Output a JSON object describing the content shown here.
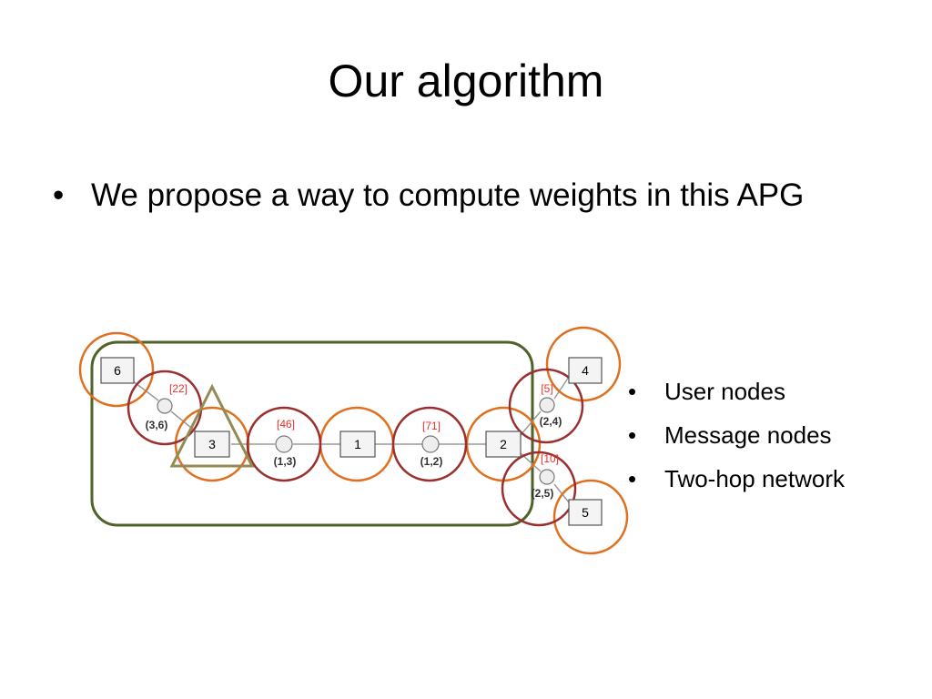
{
  "slide": {
    "title": "Our algorithm",
    "main_bullet": "We propose a way to compute weights in this APG",
    "bullet_glyph": "•"
  },
  "side_list": [
    {
      "label": "User nodes"
    },
    {
      "label": "Message nodes"
    },
    {
      "label": "Two-hop network"
    }
  ],
  "diagram": {
    "user_nodes": [
      {
        "id": "6",
        "label": "6"
      },
      {
        "id": "3",
        "label": "3"
      },
      {
        "id": "1",
        "label": "1"
      },
      {
        "id": "2",
        "label": "2"
      },
      {
        "id": "4",
        "label": "4"
      },
      {
        "id": "5",
        "label": "5"
      }
    ],
    "message_nodes": [
      {
        "id": "m36",
        "label": "(3,6)",
        "weight": "[22]"
      },
      {
        "id": "m13",
        "label": "(1,3)",
        "weight": "[46]"
      },
      {
        "id": "m12",
        "label": "(1,2)",
        "weight": "[71]"
      },
      {
        "id": "m24",
        "label": "(2,4)",
        "weight": "[5]"
      },
      {
        "id": "m25",
        "label": "(2,5)",
        "weight": "[10]"
      }
    ],
    "colors": {
      "user_circle": "#e07020",
      "message_circle": "#9b2e2e",
      "network_box": "#4f6228",
      "triangle": "#948a54",
      "edge": "#9a9a9a",
      "weight_text": "#e8312a"
    }
  }
}
